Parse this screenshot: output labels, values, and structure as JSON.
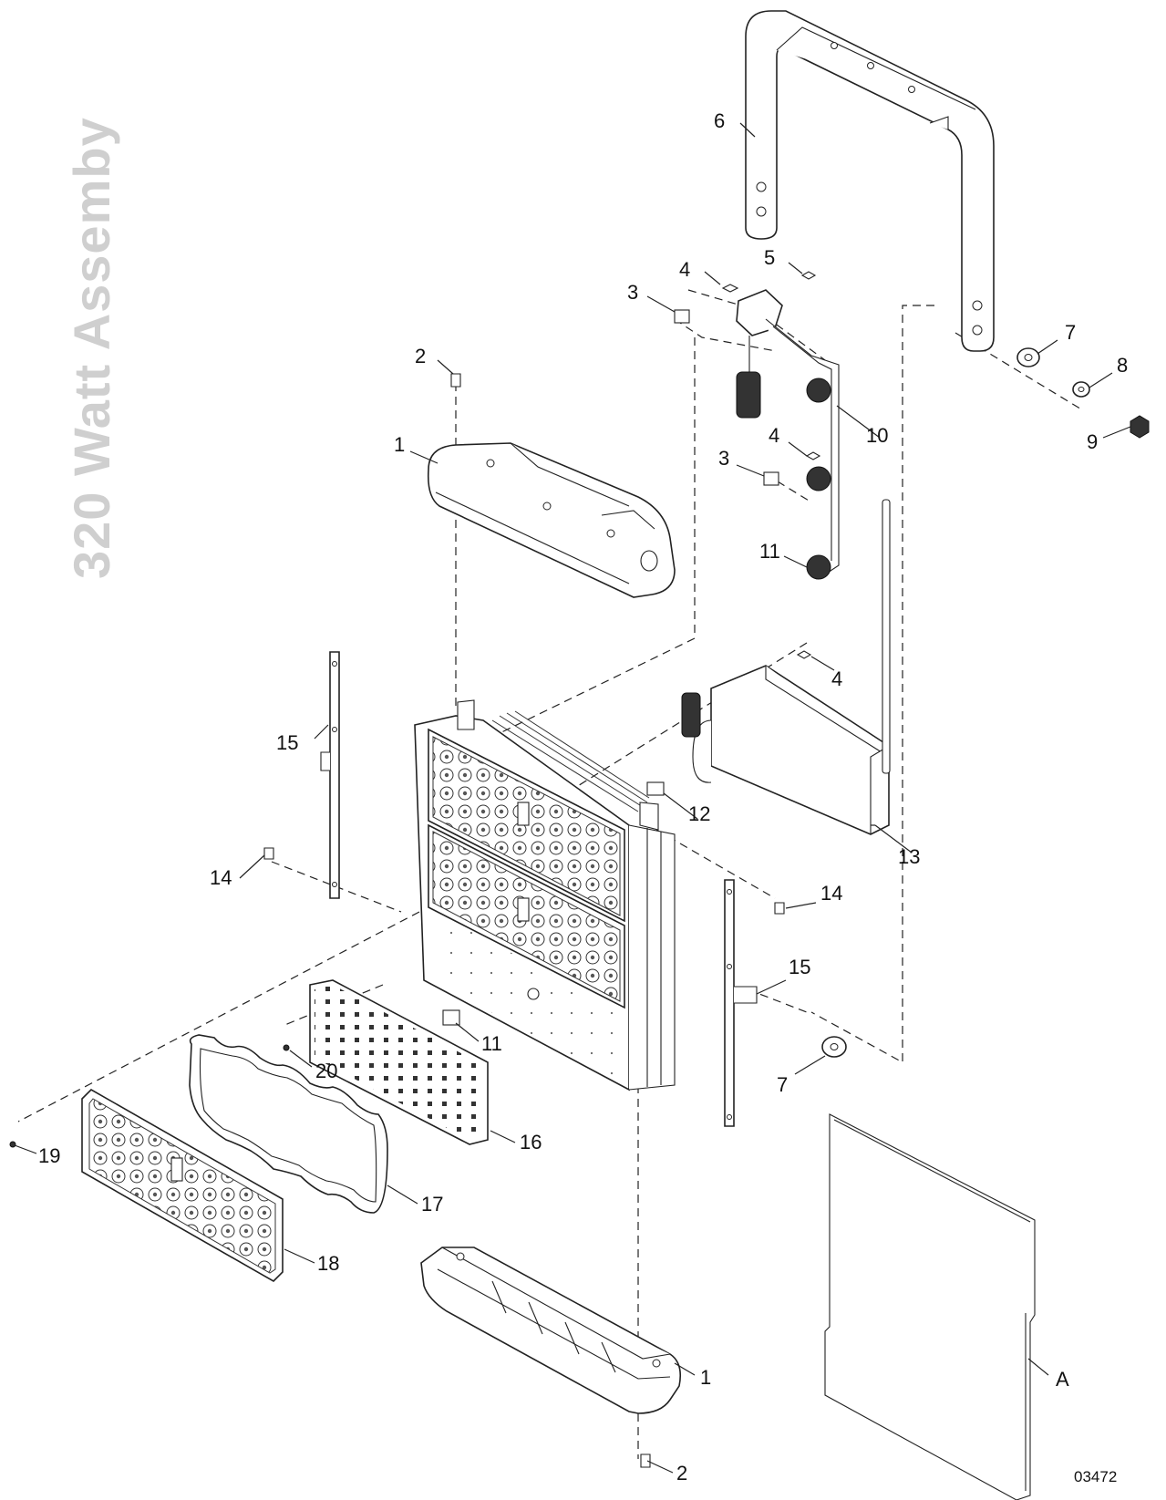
{
  "title": "320 Watt Assemby",
  "drawing_number": "03472",
  "callouts": [
    {
      "id": "c1-top",
      "label": "1"
    },
    {
      "id": "c1-bot",
      "label": "1"
    },
    {
      "id": "c2-top",
      "label": "2"
    },
    {
      "id": "c2-bot",
      "label": "2"
    },
    {
      "id": "c3-top",
      "label": "3"
    },
    {
      "id": "c3-mid",
      "label": "3"
    },
    {
      "id": "c4-top",
      "label": "4"
    },
    {
      "id": "c4-mid",
      "label": "4"
    },
    {
      "id": "c4-low",
      "label": "4"
    },
    {
      "id": "c5",
      "label": "5"
    },
    {
      "id": "c6",
      "label": "6"
    },
    {
      "id": "c7-top",
      "label": "7"
    },
    {
      "id": "c7-bot",
      "label": "7"
    },
    {
      "id": "c8",
      "label": "8"
    },
    {
      "id": "c9",
      "label": "9"
    },
    {
      "id": "c10",
      "label": "10"
    },
    {
      "id": "c11-top",
      "label": "11"
    },
    {
      "id": "c11-bot",
      "label": "11"
    },
    {
      "id": "c12",
      "label": "12"
    },
    {
      "id": "c13",
      "label": "13"
    },
    {
      "id": "c14-left",
      "label": "14"
    },
    {
      "id": "c14-right",
      "label": "14"
    },
    {
      "id": "c15-left",
      "label": "15"
    },
    {
      "id": "c15-right",
      "label": "15"
    },
    {
      "id": "c16",
      "label": "16"
    },
    {
      "id": "c17",
      "label": "17"
    },
    {
      "id": "c18",
      "label": "18"
    },
    {
      "id": "c19",
      "label": "19"
    },
    {
      "id": "c20",
      "label": "20"
    },
    {
      "id": "cA",
      "label": "A"
    }
  ]
}
